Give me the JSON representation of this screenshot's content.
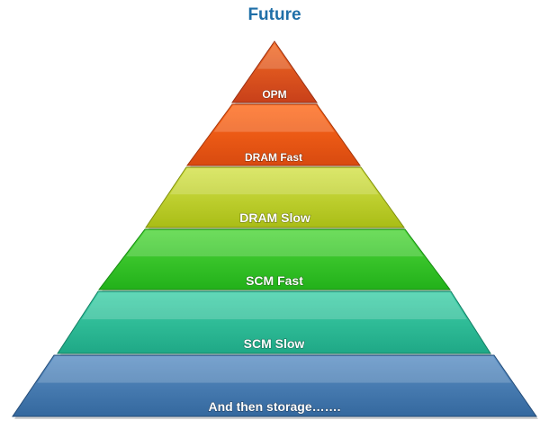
{
  "title": "Future",
  "tiers": [
    {
      "label": "OPM",
      "color_top": "#f26a22",
      "color_bottom": "#c8401a",
      "edge": "#9a2f12"
    },
    {
      "label": "DRAM Fast",
      "color_top": "#ff6a1a",
      "color_bottom": "#d84a10",
      "edge": "#a8360a"
    },
    {
      "label": "DRAM Slow",
      "color_top": "#d4e24a",
      "color_bottom": "#a9bd16",
      "edge": "#7f8f0c"
    },
    {
      "label": "SCM Fast",
      "color_top": "#4fd63a",
      "color_bottom": "#22b11a",
      "edge": "#158a10"
    },
    {
      "label": "SCM Slow",
      "color_top": "#3fd0a8",
      "color_bottom": "#1fa886",
      "edge": "#127e63"
    },
    {
      "label": "And then storage…….",
      "color_top": "#5b8fc4",
      "color_bottom": "#34689e",
      "edge": "#244c78"
    }
  ]
}
